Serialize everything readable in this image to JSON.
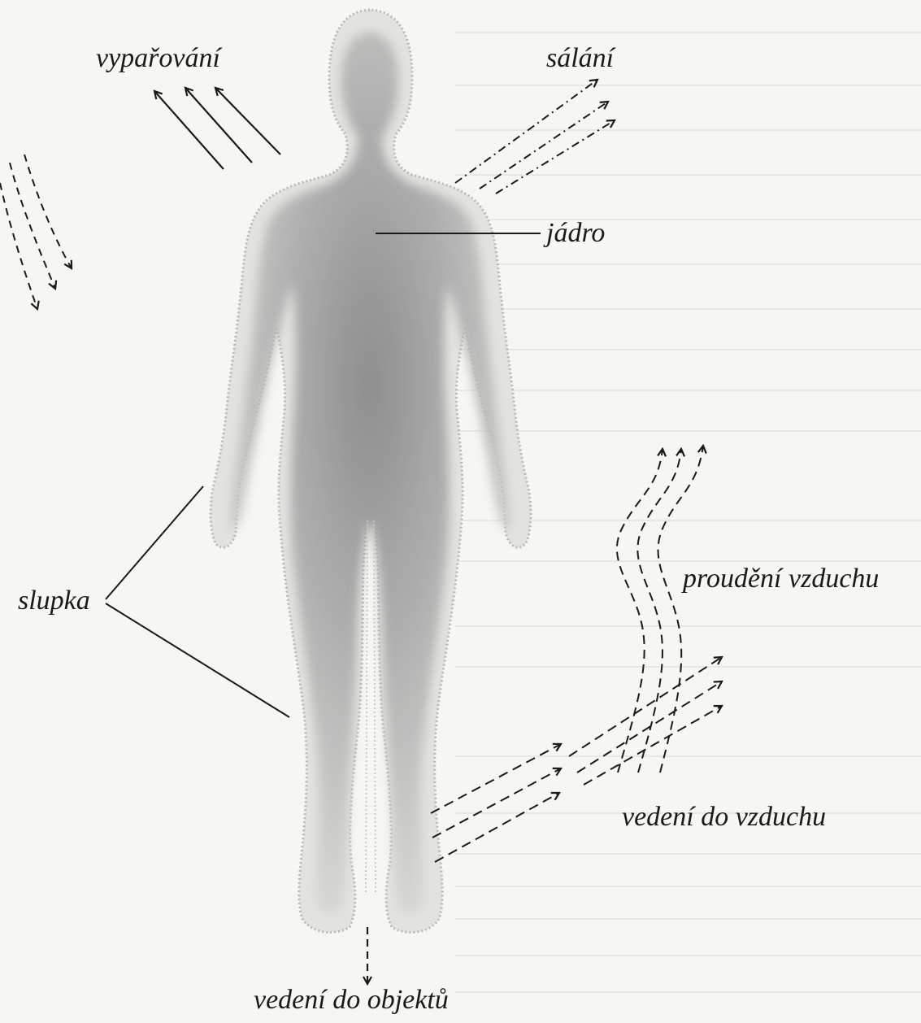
{
  "labels": {
    "evaporation": "vypařování",
    "radiation": "sálání",
    "core": "jádro",
    "shell": "slupka",
    "convection": "proudění vzduchu",
    "conduction_air": "vedení do vzduchu",
    "conduction_objects": "vedení do objektů"
  },
  "colors": {
    "background": "#f7f6f2",
    "ink": "#1a1a1a",
    "body_fill": "#8f8f8f"
  }
}
